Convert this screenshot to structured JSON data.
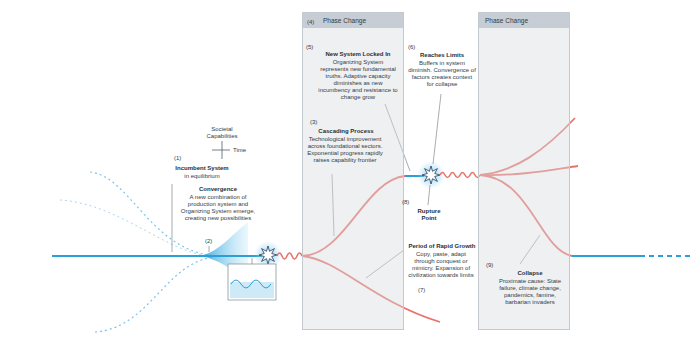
{
  "diagram": {
    "nodes": [
      {
        "text": [
          "Phase Change"
        ]
      },
      {
        "text": [
          "Phase Change"
        ]
      }
    ],
    "labels": [
      "(4)",
      "(5)",
      "New System Locked In",
      "Organizing System represents new fundamental truths. Adaptive capacity diminishes as new incumbency and resistance to change grow",
      "(6)",
      "Reaches Limits",
      "Buffers in system diminish. Convergence of factors creates context for collapse",
      "Societal Capabilities",
      "Time",
      "(3)",
      "Cascading Process",
      "Technological improvement across foundational sectors. Exponential progress rapidly raises capability frontier",
      "(1)",
      "Incumbent System",
      "in equilibrium",
      "Convergence",
      "A new combination of production system and Organizing System emerge, creating new possibilities",
      "(8)",
      "Rupture Point",
      "(2)",
      "Period of Rapid Growth",
      "Copy, paste, adapt through conquest or mimicry. Expansion of civilization towards limits",
      "(9)",
      "Collapse",
      "Proximate cause: State failure, climate change, pandemics, famine, barbarian invaders",
      "(7)"
    ]
  }
}
